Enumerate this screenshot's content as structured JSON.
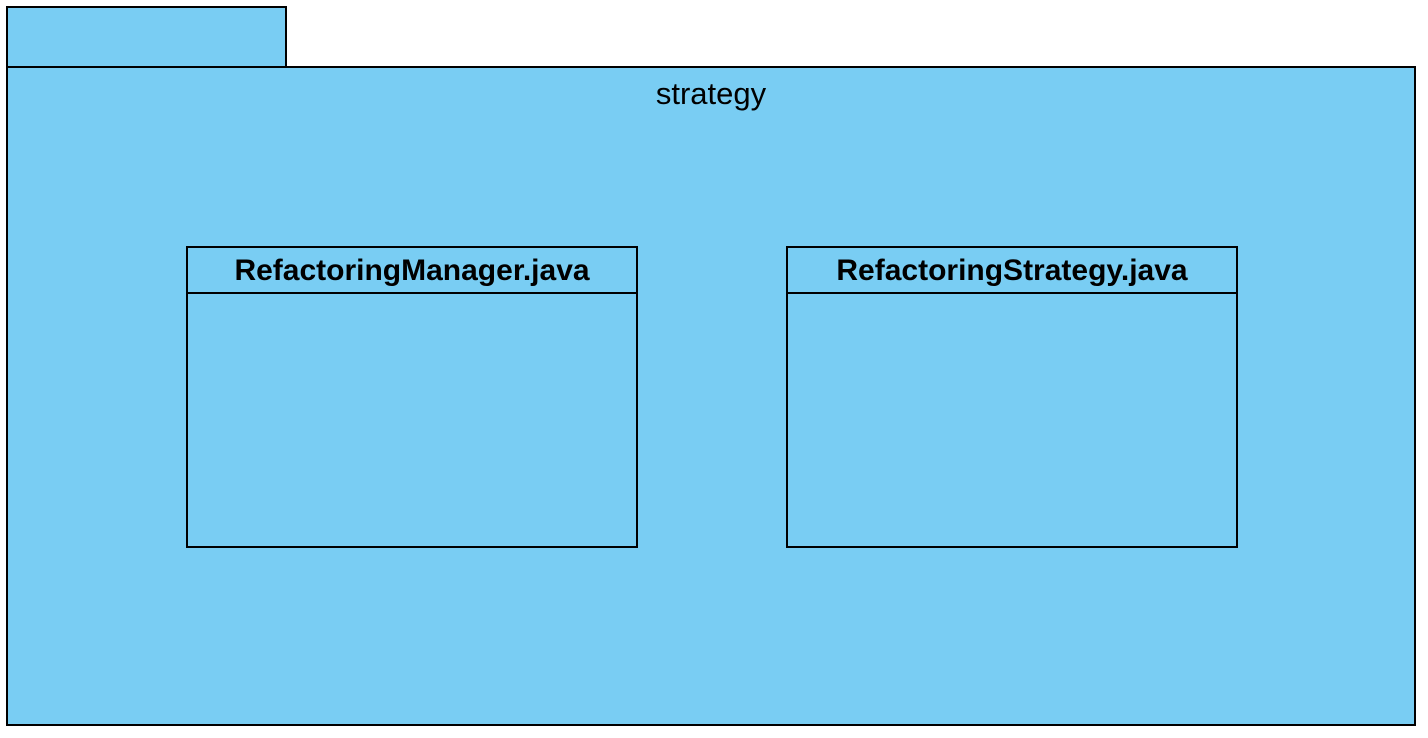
{
  "colors": {
    "package_fill": "#79cdf3",
    "border": "#000000",
    "text": "#000000"
  },
  "package": {
    "name": "strategy",
    "classes": [
      {
        "name": "RefactoringManager.java"
      },
      {
        "name": "RefactoringStrategy.java"
      }
    ]
  }
}
